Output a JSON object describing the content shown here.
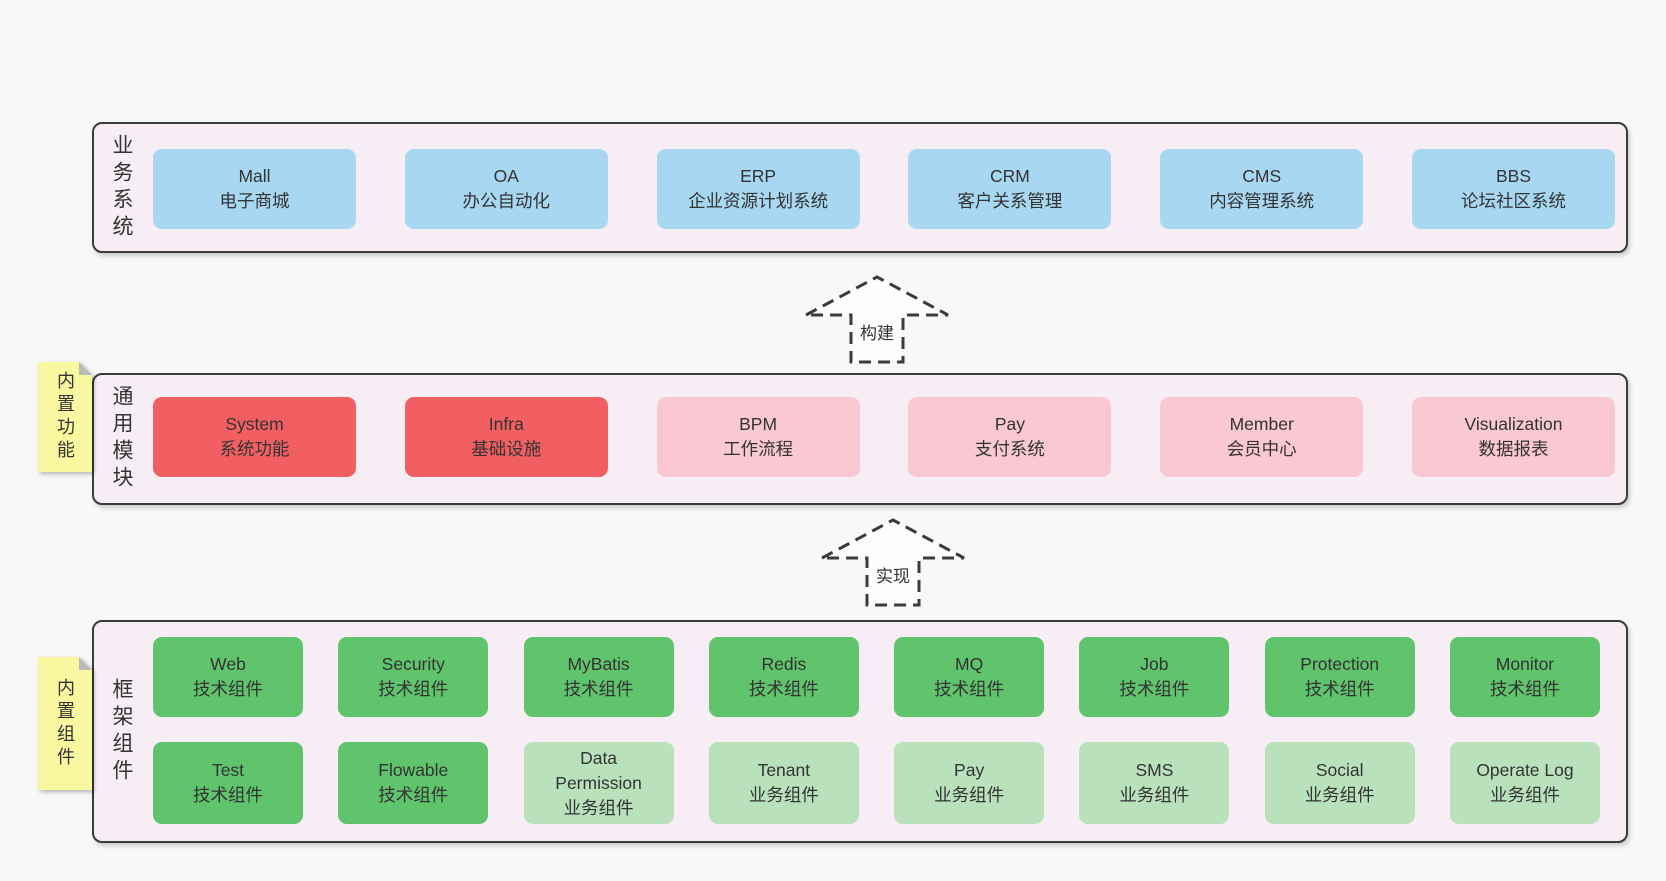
{
  "colors": {
    "page_bg": "#f8f8f8",
    "container_bg": "#f7eef5",
    "container_border": "#3b3b3b",
    "text": "#333333",
    "blue": "#a7d7f1",
    "red": "#f15f63",
    "pink": "#f9c8d2",
    "green": "#60c46d",
    "light_green": "#b9e2bc",
    "note_yellow": "#f9f8a0",
    "note_fold": "#b9b9b9",
    "arrow_fill": "#fdfdfd"
  },
  "layers": [
    {
      "id": "business-systems",
      "label": "业务系统",
      "rows": [
        [
          {
            "name": "Mall",
            "subtitle": "电子商城",
            "tone": "blue"
          },
          {
            "name": "OA",
            "subtitle": "办公自动化",
            "tone": "blue"
          },
          {
            "name": "ERP",
            "subtitle": "企业资源计划系统",
            "tone": "blue"
          },
          {
            "name": "CRM",
            "subtitle": "客户关系管理",
            "tone": "blue"
          },
          {
            "name": "CMS",
            "subtitle": "内容管理系统",
            "tone": "blue"
          },
          {
            "name": "BBS",
            "subtitle": "论坛社区系统",
            "tone": "blue"
          }
        ]
      ]
    },
    {
      "id": "common-modules",
      "label": "通用模块",
      "note": "内置功能",
      "rows": [
        [
          {
            "name": "System",
            "subtitle": "系统功能",
            "tone": "red"
          },
          {
            "name": "Infra",
            "subtitle": "基础设施",
            "tone": "red"
          },
          {
            "name": "BPM",
            "subtitle": "工作流程",
            "tone": "pink"
          },
          {
            "name": "Pay",
            "subtitle": "支付系统",
            "tone": "pink"
          },
          {
            "name": "Member",
            "subtitle": "会员中心",
            "tone": "pink"
          },
          {
            "name": "Visualization",
            "subtitle": "数据报表",
            "tone": "pink"
          }
        ]
      ]
    },
    {
      "id": "framework-components",
      "label": "框架组件",
      "note": "内置组件",
      "rows": [
        [
          {
            "name": "Web",
            "subtitle": "技术组件",
            "tone": "green"
          },
          {
            "name": "Security",
            "subtitle": "技术组件",
            "tone": "green"
          },
          {
            "name": "MyBatis",
            "subtitle": "技术组件",
            "tone": "green"
          },
          {
            "name": "Redis",
            "subtitle": "技术组件",
            "tone": "green"
          },
          {
            "name": "MQ",
            "subtitle": "技术组件",
            "tone": "green"
          },
          {
            "name": "Job",
            "subtitle": "技术组件",
            "tone": "green"
          },
          {
            "name": "Protection",
            "subtitle": "技术组件",
            "tone": "green"
          },
          {
            "name": "Monitor",
            "subtitle": "技术组件",
            "tone": "green"
          }
        ],
        [
          {
            "name": "Test",
            "subtitle": "技术组件",
            "tone": "green"
          },
          {
            "name": "Flowable",
            "subtitle": "技术组件",
            "tone": "green"
          },
          {
            "name": "Data Permission",
            "subtitle": "业务组件",
            "tone": "light-green"
          },
          {
            "name": "Tenant",
            "subtitle": "业务组件",
            "tone": "light-green"
          },
          {
            "name": "Pay",
            "subtitle": "业务组件",
            "tone": "light-green"
          },
          {
            "name": "SMS",
            "subtitle": "业务组件",
            "tone": "light-green"
          },
          {
            "name": "Social",
            "subtitle": "业务组件",
            "tone": "light-green"
          },
          {
            "name": "Operate Log",
            "subtitle": "业务组件",
            "tone": "light-green"
          }
        ]
      ]
    }
  ],
  "arrows": [
    {
      "id": "build",
      "label": "构建"
    },
    {
      "id": "implement",
      "label": "实现"
    }
  ]
}
